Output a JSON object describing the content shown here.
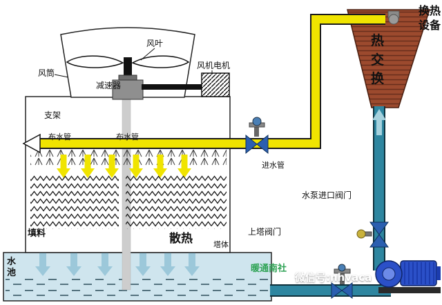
{
  "diagram": {
    "labels": {
      "fan_blade": "风叶",
      "fan_duct": "风筒",
      "fan_motor": "风机电机",
      "reducer": "减速器",
      "support": "支架",
      "water_distribution_pipe": "布水管",
      "fill_packing": "填料",
      "heat_dissipation": "散热",
      "tower_body": "塔体",
      "water_pool": "水池",
      "inlet_pipe": "进水管",
      "pump_inlet_valve": "水泵进口阀门",
      "tower_valve": "上塔阀门",
      "heat_exchange": "热交换",
      "heat_exchange_equipment": "换热设备"
    },
    "watermarks": {
      "brand": "暖通南社",
      "wechat": "微信号:nhvaca"
    },
    "colors": {
      "pipe_hot": "#f0e400",
      "pipe_cold": "#2e86a0",
      "exchanger": "#9c4a2e",
      "pump": "#2b50c8",
      "valve": "#2b5fb0",
      "pool": "#cfe5ee",
      "arrow_pool": "#9cc8da"
    }
  }
}
